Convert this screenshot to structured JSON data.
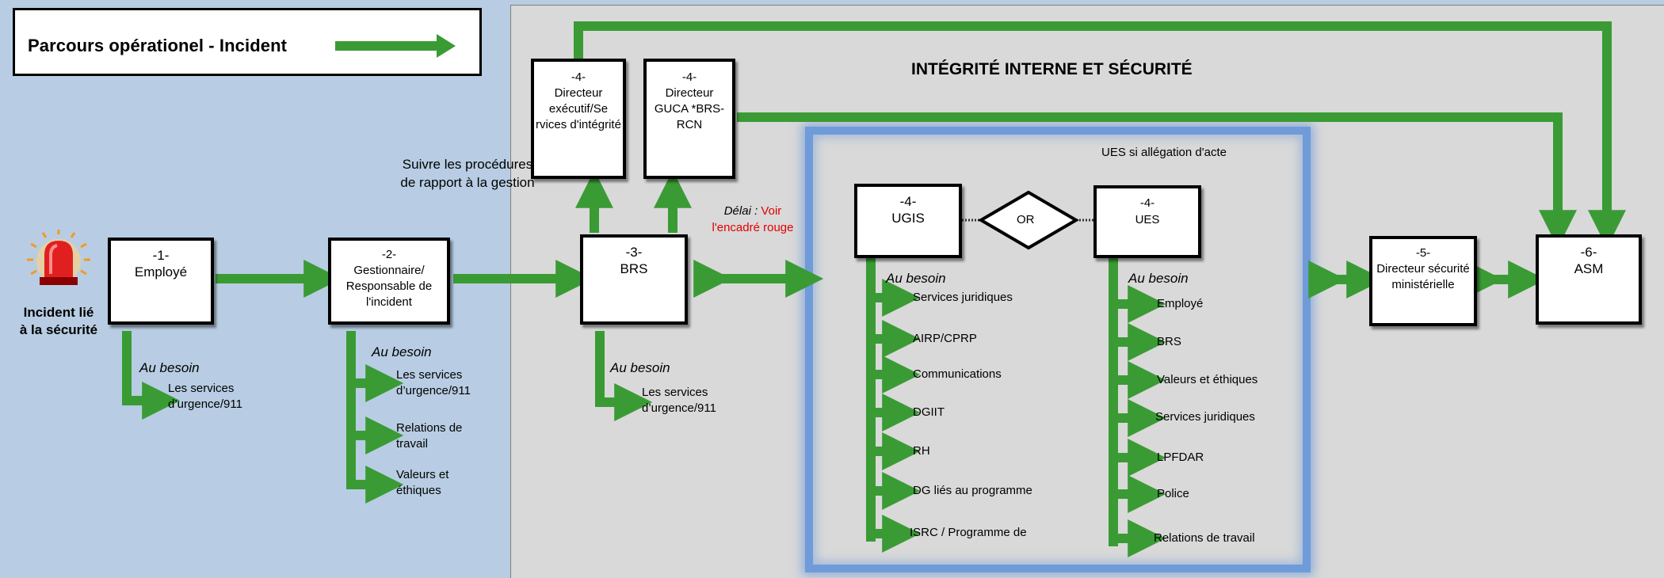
{
  "legend": {
    "title": "Parcours opérationel - Incident"
  },
  "section_title": "INTÉGRITÉ INTERNE ET SÉCURITÉ",
  "ues_caption": "UES si allégation d'acte",
  "incident": {
    "label_line1": "Incident lié",
    "label_line2": "à la sécurité"
  },
  "suivre_text": "Suivre les procédures de rapport à la gestion",
  "delai": {
    "prefix": "Délai :",
    "red1": "Voir",
    "red2": "l'encadré rouge"
  },
  "nodes": {
    "employe": {
      "num": "-1-",
      "label": "Employé"
    },
    "gestionnaire": {
      "num": "-2-",
      "label": "Gestionnaire/ Responsable de l'incident"
    },
    "brs": {
      "num": "-3-",
      "label": "BRS"
    },
    "dir_exec": {
      "num": "-4-",
      "label": "Directeur exécutif/Se rvices d'intégrité"
    },
    "dir_guca": {
      "num": "-4-",
      "label": "Directeur GUCA *BRS-RCN"
    },
    "ugis": {
      "num": "-4-",
      "label": "UGIS"
    },
    "ues": {
      "num": "-4-",
      "label": "UES"
    },
    "or": {
      "label": "OR"
    },
    "dir_secu": {
      "num": "-5-",
      "label": "Directeur sécurité ministérielle"
    },
    "asm": {
      "num": "-6-",
      "label": "ASM"
    }
  },
  "au_besoin": "Au besoin",
  "branches": {
    "employe": [
      "Les services d’urgence/911"
    ],
    "gestionnaire": [
      "Les services d’urgence/911",
      "Relations de travail",
      "Valeurs et éthiques"
    ],
    "brs": [
      "Les services d’urgence/911"
    ],
    "ugis": [
      "Services juridiques",
      "AIRP/CPRP",
      "Communications",
      "DGIIT",
      "RH",
      "DG liés  au programme",
      "ISRC / Programme de"
    ],
    "ues": [
      "Employé",
      "BRS",
      "Valeurs et éthiques",
      "Services juridiques",
      "LPFDAR",
      "Police",
      "Relations de travail"
    ]
  },
  "colors": {
    "arrow": "#3a9b35",
    "background": "#b8cde3",
    "panel": "#d9d9d9",
    "highlight": "#6f9bd9",
    "red": "#e00000"
  },
  "icons": {
    "alarm": "alarm-light-icon"
  }
}
